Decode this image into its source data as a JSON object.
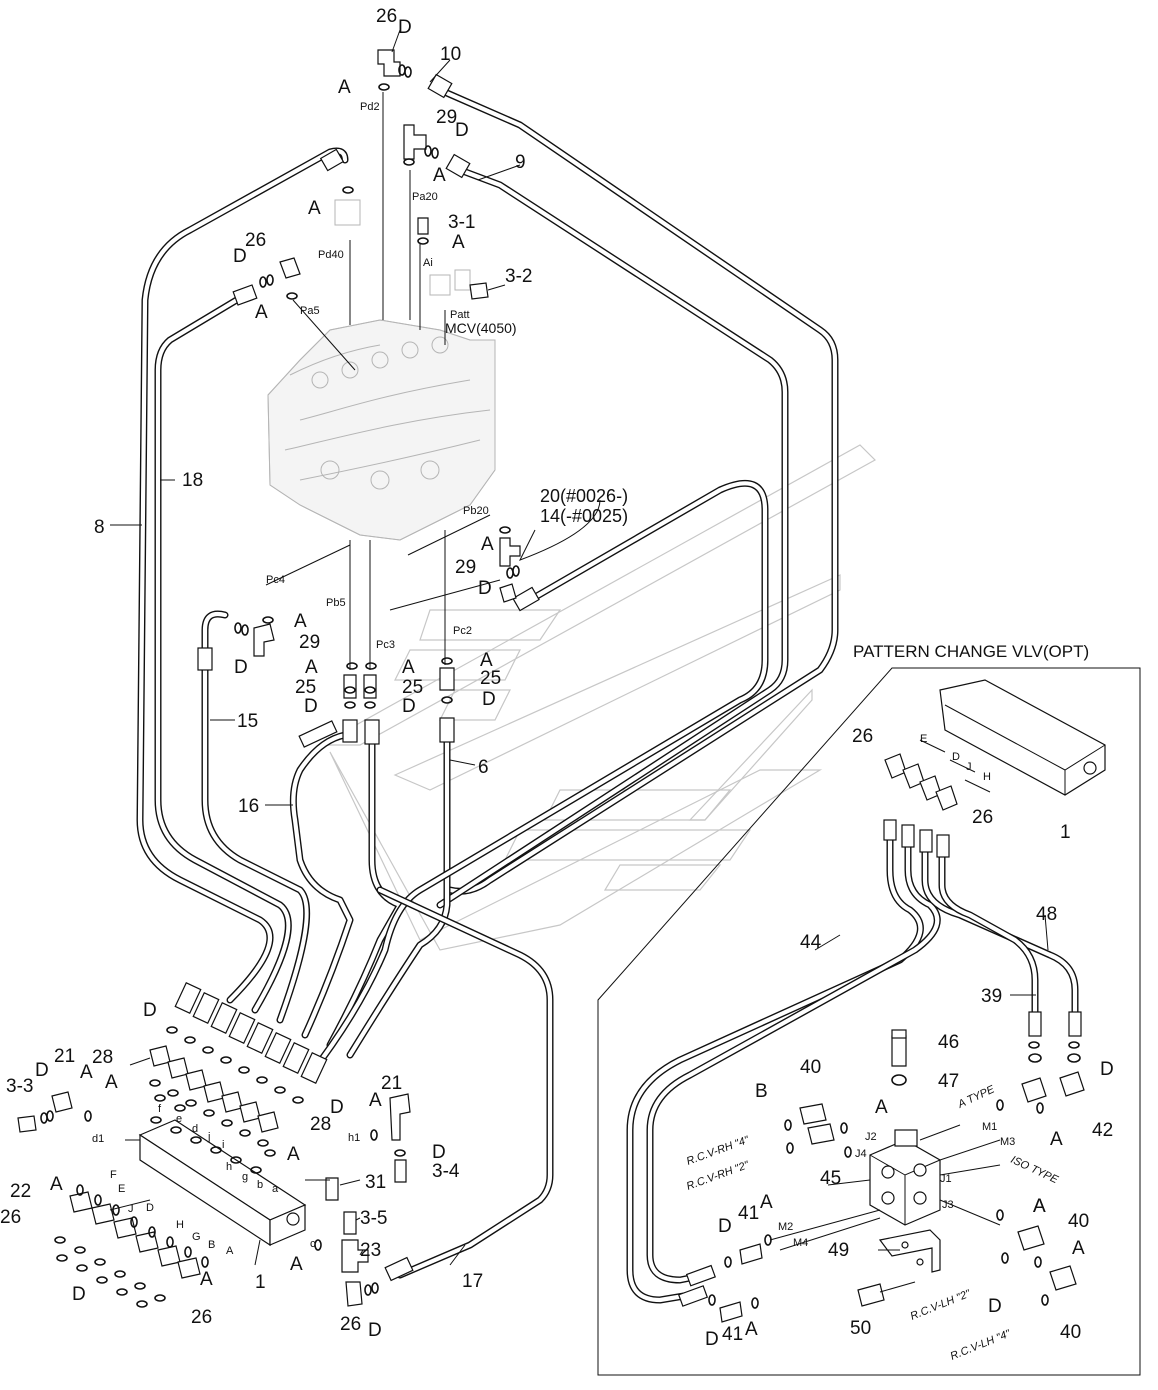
{
  "title": "PATTERN CHANGE VLV(OPT)",
  "mcv_label": "MCV(4050)",
  "variant_labels": {
    "v20": "20(#0026-)",
    "v14": "14(-#0025)"
  },
  "type_labels": {
    "a_type": "A TYPE",
    "iso_type": "ISO TYPE"
  },
  "rcv_labels": {
    "rh4": "R.C.V-RH \"4\"",
    "rh2": "R.C.V-RH \"2\"",
    "lh2": "R.C.V-LH \"2\"",
    "lh4": "R.C.V-LH \"4\""
  },
  "callouts": {
    "c26a": "26",
    "cDa": "D",
    "c10": "10",
    "cAa": "A",
    "cPd2": "Pd2",
    "c29a": "29",
    "cDb": "D",
    "c9": "9",
    "cAb": "A",
    "cPa20": "Pa20",
    "c31a": "3-1",
    "cAc": "A",
    "cAi": "Ai",
    "c32": "3-2",
    "cPatt": "Patt",
    "cAd": "A",
    "cPd40": "Pd40",
    "c26b": "26",
    "cDc": "D",
    "cAe": "A",
    "cPa5": "Pa5",
    "c18": "18",
    "c8": "8",
    "cPb20": "Pb20",
    "cAf": "A",
    "c29b": "29",
    "cDd": "D",
    "cPc4": "Pc4",
    "cAg": "A",
    "c29c": "29",
    "cDe": "D",
    "cPb5": "Pb5",
    "cPc3": "Pc3",
    "cPc2": "Pc2",
    "cAh": "A",
    "cAi2": "A",
    "cAj": "A",
    "c25a": "25",
    "c25b": "25",
    "c25c": "25",
    "cDf": "D",
    "cDg": "D",
    "cDh": "D",
    "c15": "15",
    "c16": "16",
    "c6": "6",
    "c26c": "26",
    "cE": "E",
    "cD": "D",
    "cJ": "J",
    "cH": "H",
    "c26d": "26",
    "c1a": "1",
    "c44": "44",
    "c48": "48",
    "c39": "39",
    "c46": "46",
    "c47": "47",
    "c40a": "40",
    "cB": "B",
    "cAk": "A",
    "cAl": "A",
    "cDi": "D",
    "c42": "42",
    "cAm": "A",
    "cJ2": "J2",
    "cJ4": "J4",
    "cM1": "M1",
    "cM3": "M3",
    "cJ1": "J1",
    "cJ3": "J3",
    "c45": "45",
    "cAn": "A",
    "c41a": "41",
    "cM2": "M2",
    "cM4": "M4",
    "cDj": "D",
    "cAo": "A",
    "c40b": "40",
    "cAp": "A",
    "c49": "49",
    "c50": "50",
    "c41b": "41",
    "cDk": "D",
    "cAq": "A",
    "cDl": "D",
    "c40c": "40",
    "cDm": "D",
    "c28a": "28",
    "cAr": "A",
    "cDn": "D",
    "c28b": "28",
    "cAs": "A",
    "c33": "3-3",
    "cDo": "D",
    "c21a": "21",
    "cAt": "A",
    "c21b": "21",
    "cAu": "A",
    "cd1": "d1",
    "cf": "f",
    "ce": "e",
    "cdd": "d",
    "cj": "j",
    "ci": "i",
    "ch": "h",
    "cg": "g",
    "cb": "b",
    "ca": "a",
    "ch1": "h1",
    "cDp": "D",
    "c34": "3-4",
    "cF": "F",
    "cE2": "E",
    "cD2": "D",
    "cJ5": "J",
    "cH2": "H",
    "cG": "G",
    "cB2": "B",
    "cA2": "A",
    "cc": "c",
    "c31": "31",
    "c35": "3-5",
    "c23": "23",
    "c22": "22",
    "cAv": "A",
    "c26e": "26",
    "cAw": "A",
    "cDq": "D",
    "c1b": "1",
    "cAx": "A",
    "c26f": "26",
    "c26g": "26",
    "cDr": "D",
    "c17": "17"
  }
}
